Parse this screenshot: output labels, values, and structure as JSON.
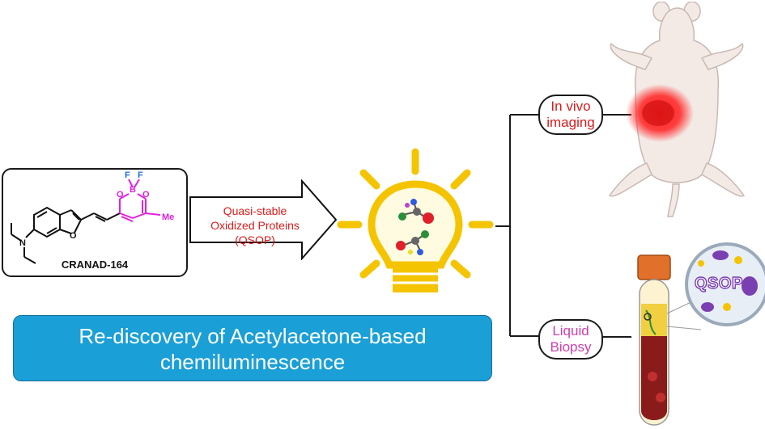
{
  "compound": {
    "name": "CRANAD-164",
    "atoms": {
      "f1": "F",
      "f2": "F",
      "boron": "B",
      "o1": "O",
      "o2": "O",
      "methyl": "Me",
      "nitrogen": "N",
      "furan_o": "O"
    }
  },
  "arrow_label": {
    "line1": "Quasi-stable",
    "line2": "Oxidized Proteins",
    "line3": "(QSOP)"
  },
  "banner": {
    "line1": "Re-discovery of Acetylacetone-based",
    "line2": "chemiluminescence"
  },
  "branches": {
    "in_vivo": {
      "line1": "In vivo",
      "line2": "imaging"
    },
    "liquid_biopsy": {
      "line1": "Liquid",
      "line2": "Biopsy"
    }
  },
  "tube_inset_label": "QSOP",
  "colors": {
    "banner": "#1a9fd7",
    "arrow_text": "#d81b1b",
    "boron_ring": "#e020e0",
    "bulb": "#f5c400",
    "in_vivo": "#d81b1b",
    "biopsy": "#cc3fae"
  }
}
